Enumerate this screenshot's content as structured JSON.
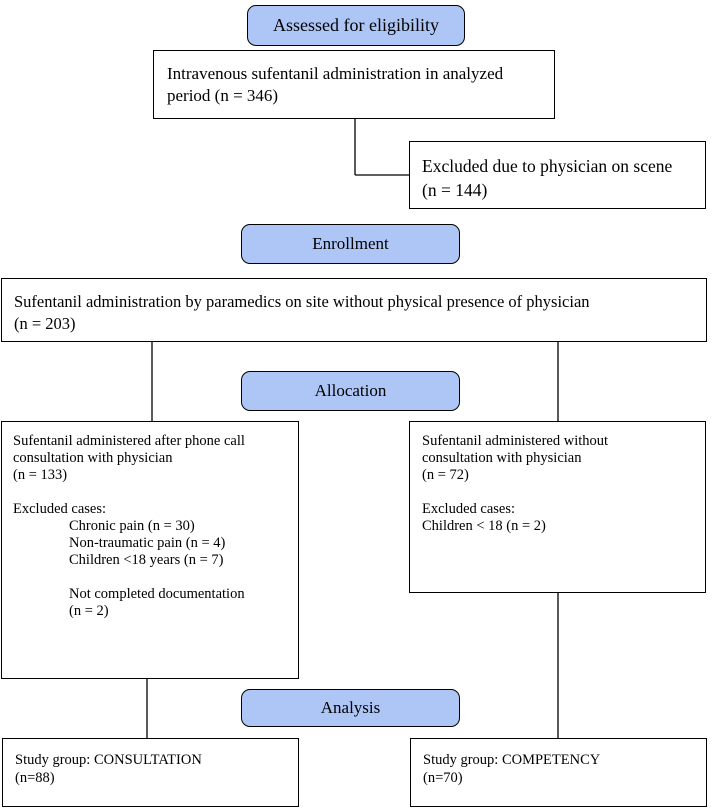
{
  "stages": {
    "eligibility": "Assessed for eligibility",
    "enrollment": "Enrollment",
    "allocation": "Allocation",
    "analysis": "Analysis"
  },
  "boxes": {
    "iv_admin": {
      "line1": "Intravenous sufentanil administration in analyzed",
      "line2": "period (n = 346)"
    },
    "excluded_physician": {
      "line1": "Excluded due to physician on scene",
      "line2": "(n = 144)"
    },
    "paramedic_admin": {
      "line1": "Sufentanil administration by paramedics on site without physical presence of physician",
      "line2": "(n = 203)"
    },
    "consultation_arm": {
      "line1": "Sufentanil administered after phone call",
      "line2": "consultation with physician",
      "line3": "(n = 133)",
      "excluded_heading": "Excluded cases:",
      "excluded_items": [
        "Chronic pain (n = 30)",
        "Non-traumatic pain (n = 4)",
        "Children <18 years (n = 7)"
      ],
      "incomplete_line1": "Not completed documentation",
      "incomplete_line2": "(n = 2)"
    },
    "competency_arm": {
      "line1": "Sufentanil administered without",
      "line2": "consultation with physician",
      "line3": "(n = 72)",
      "excluded_heading": "Excluded cases:",
      "excluded_item": "Children < 18 (n = 2)"
    },
    "group_consultation": {
      "line1": "Study group: CONSULTATION",
      "line2": "(n=88)"
    },
    "group_competency": {
      "line1": "Study group: COMPETENCY",
      "line2": "(n=70)"
    }
  }
}
